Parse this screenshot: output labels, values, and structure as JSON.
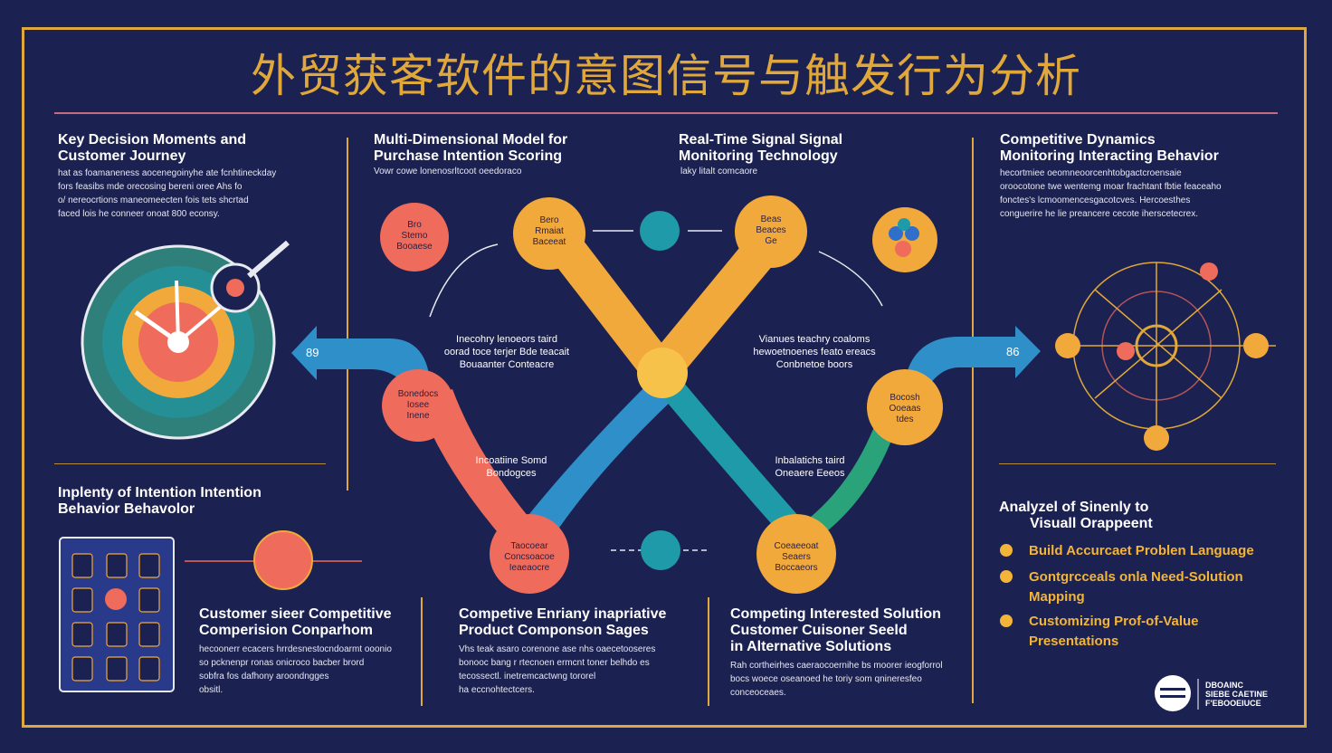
{
  "title": "外贸获客软件的意图信号与触发行为分析",
  "colors": {
    "background": "#1b2150",
    "gold": "#e0a83a",
    "coral": "#ef6b5b",
    "orange": "#f2a93b",
    "teal": "#1f9aa8",
    "blue": "#2f8fc9",
    "green": "#2aa27a"
  },
  "sections": {
    "key_decision": {
      "title_lines": [
        "Key Decision Moments and",
        "Customer Journey"
      ],
      "body_lines": [
        "hat as foamaneness aocenegoinyhe ate fcnhtineckday",
        "fors feasibs mde orecosing bereni oree Ahs fo",
        "o/ nereocrtions maneomeecten fois tets shcrtad",
        "faced lois he conneer onoat 800 econsy."
      ]
    },
    "multi_dim": {
      "title_lines": [
        "Multi-Dimensional Model for",
        "Purchase Intention Scoring"
      ],
      "body_lines": [
        "Vowr cowe lonenosrltcoot oeedoraco"
      ]
    },
    "realtime": {
      "title_lines": [
        "Real-Time Signal Signal",
        "Monitoring Technology"
      ],
      "body_lines": [
        "laky litalt comcaore"
      ]
    },
    "competitive": {
      "title_lines": [
        "Competitive Dynamics",
        "Monitoring Interacting Behavior"
      ],
      "body_lines": [
        "hecortmiee oeomneoorcenhtobgactcroensaie",
        "oroocotone twe wentemg moar frachtant fbtie feaceaho",
        "fonctes's lcmoomencesgacotcves. Hercoesthes",
        "conguerire he lie preancere cecote iherscetecrex."
      ]
    },
    "inplenty": {
      "title_lines": [
        "Inplenty of Intention Intention",
        "Behavior Behavolor"
      ]
    },
    "customer_comp": {
      "title_lines": [
        "Customer sieer Competitive",
        "Comperision Conparhom"
      ],
      "body_lines": [
        "hecoonerr ecacers hrrdesnestocndoarmt ooonio",
        "so pcknenpr ronas onicroco bacber brord",
        "sobfra fos dafhony aroondngges",
        "obsitl."
      ]
    },
    "competive_product": {
      "title_lines": [
        "Competive Enriany inapriative",
        "Product Componson Sages"
      ],
      "body_lines": [
        "Vhs teak asaro corenone ase nhs oaecetooseres",
        "bonooc bang r rtecnoen ermcnt toner belhdo es",
        "tecossectl. inetremcactwng tororel",
        "ha eccnohtectcers."
      ]
    },
    "competing": {
      "title_lines": [
        "Competing Interested Solution",
        "Customer Cuisoner Seeld",
        "in Alternative Solutions"
      ],
      "body_lines": [
        "Rah cortheirhes caeraocoernihe bs moorer ieogforrol",
        "bocs woece oseanoed he toriy som qnineresfeo",
        "conceoceaes."
      ]
    },
    "analyzed": {
      "title_lines": [
        "Analyzel of Sinenly to",
        "Visuall Orappeent"
      ],
      "items": [
        {
          "lines": [
            "Build Accurcaet Problen Language"
          ]
        },
        {
          "lines": [
            "Gontgrcceals onla Need-Solution",
            "Mapping"
          ]
        },
        {
          "lines": [
            "Customizing Prof-of-Value",
            "Presentations"
          ]
        }
      ]
    }
  },
  "nodes": {
    "n1": [
      "Bro",
      "Stemo",
      "Booaese"
    ],
    "n2": [
      "Bero",
      "Rmaiat",
      "Baceeat"
    ],
    "n3": [
      "Beas",
      "Beaces",
      "Ge"
    ],
    "n4": [
      "Bonedocs",
      "Iosee",
      "Inene"
    ],
    "n5": [
      "Bocosh",
      "Ooeaas",
      "tdes"
    ],
    "n6": [
      "Taocoear",
      "Concsoacoe",
      "Ieaeaocre"
    ],
    "n7": [
      "Coeaeeoat",
      "Seaers",
      "Boccaeors"
    ]
  },
  "mid_labels": {
    "left_upper": [
      "Inecohry lenoeors taird",
      "oorad toce terjer Bde teacait",
      "Bouaanter Conteacre"
    ],
    "right_upper": [
      "Vianues teachry coaloms",
      "hewoetnoenes feato ereacs",
      "Conbnetoe boors"
    ],
    "left_lower": [
      "Incoatiine Somd",
      "Bondogces"
    ],
    "right_lower": [
      "Inbalatichs taird",
      "Oneaere Eeeos"
    ]
  },
  "arrow_numbers": {
    "left": "89",
    "right": "86"
  },
  "logo": {
    "lines": [
      "DBOAINC",
      "SIEBE CAETINE",
      "F'EBOOEIUCE"
    ]
  },
  "icons": {
    "gauge": "gauge-icon",
    "tablet": "tablet-grid-icon",
    "network": "network-icon",
    "people": "people-icon",
    "logo": "logo-icon"
  }
}
